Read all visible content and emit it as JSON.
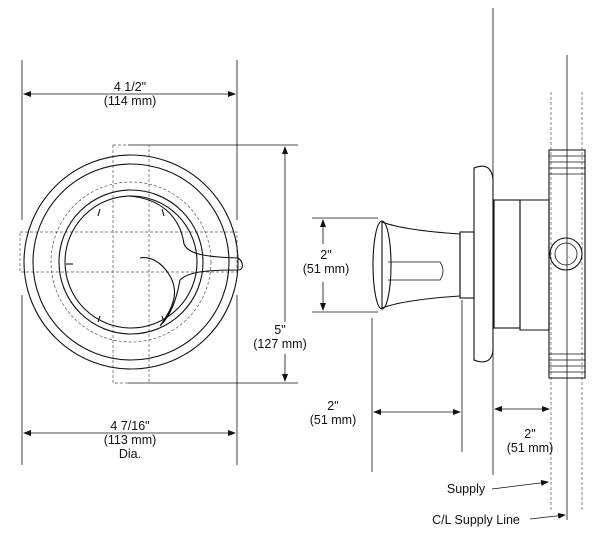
{
  "front_view": {
    "width_dimension": {
      "value": "4 1/2\"",
      "metric": "(114 mm)"
    },
    "diameter_dimension": {
      "value": "4 7/16\"",
      "metric": "(113 mm)",
      "note": "Dia."
    },
    "height_dimension": {
      "value": "5\"",
      "metric": "(127 mm)"
    }
  },
  "side_view": {
    "handle_height_dimension": {
      "value": "2\"",
      "metric": "(51 mm)"
    },
    "handle_depth_dimension": {
      "value": "2\"",
      "metric": "(51 mm)"
    },
    "supply_offset_dimension": {
      "value": "2\"",
      "metric": "(51 mm)"
    }
  },
  "callouts": {
    "supply": "Supply",
    "cl_supply_line": "C/L Supply Line"
  }
}
